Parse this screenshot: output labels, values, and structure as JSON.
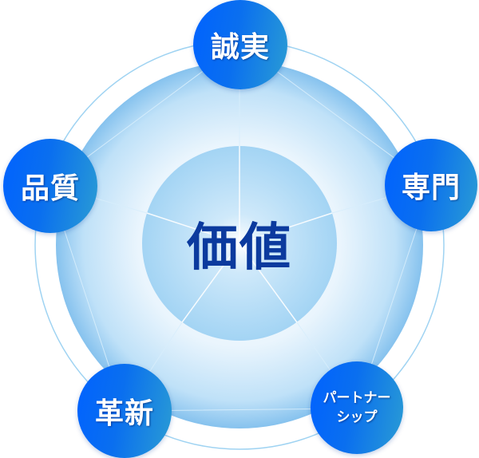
{
  "diagram": {
    "center": {
      "label": "価値"
    },
    "nodes": [
      {
        "id": "honesty",
        "label": "誠実"
      },
      {
        "id": "expertise",
        "label": "専門"
      },
      {
        "id": "partnership",
        "label_line1": "パートナー",
        "label_line2": "シップ"
      },
      {
        "id": "innovation",
        "label": "革新"
      },
      {
        "id": "quality",
        "label": "品質"
      }
    ],
    "colors": {
      "node_gradient_start": "#0062ff",
      "node_gradient_end": "#2a9cd4",
      "center_text": "#0b3a9e",
      "inner_disc": "#a9d8f5",
      "outer_ring": "#9fd3f2"
    }
  }
}
